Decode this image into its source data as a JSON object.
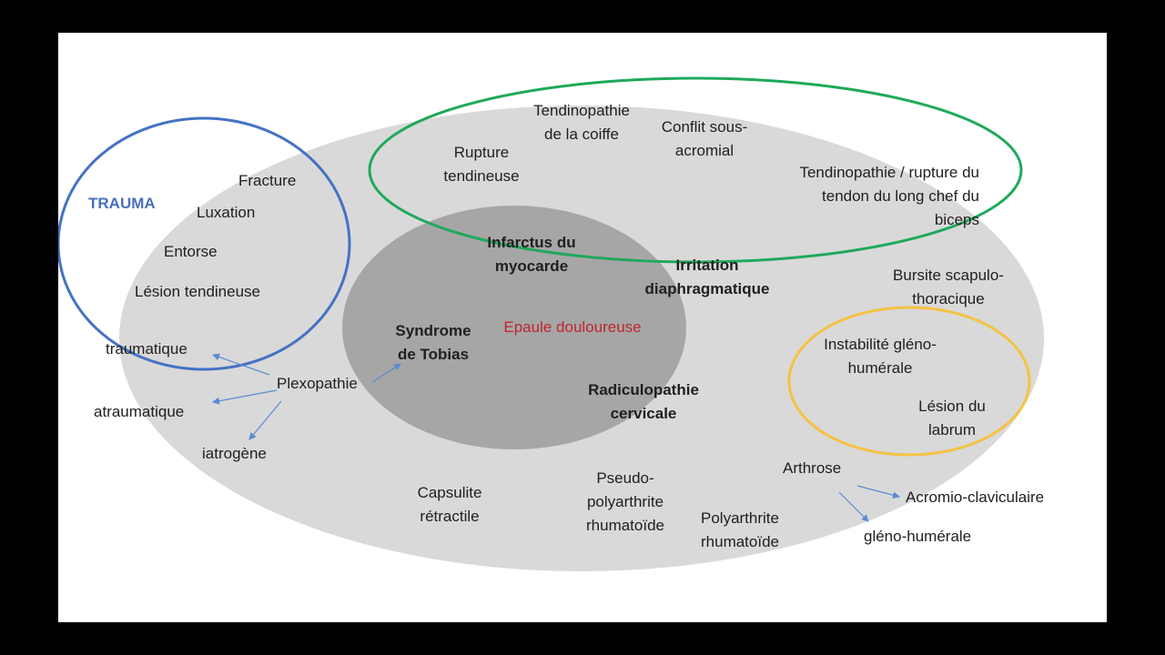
{
  "colors": {
    "background": "#000000",
    "slide": "#ffffff",
    "outer_ellipse": "#d9d9d9",
    "inner_ellipse": "#a6a6a6",
    "trauma_circle": "#4472c4",
    "green_ellipse": "#1fa95a",
    "yellow_ellipse": "#f5c242",
    "arrow": "#5b8bd0",
    "center_title": "#c0262d",
    "trauma_title": "#4a6fbd"
  },
  "center": {
    "title": "Epaule douloureuse",
    "items": [
      "Infarctus du\nmyocarde",
      "Irritation\ndiaphragmatique",
      "Syndrome\nde Tobias",
      "Radiculopathie\ncervicale"
    ]
  },
  "trauma": {
    "title": "TRAUMA",
    "items": [
      "Fracture",
      "Luxation",
      "Entorse",
      "Lésion tendineuse"
    ]
  },
  "tendons": {
    "items": [
      "Tendinopathie\nde la coiffe",
      "Conflit sous-\nacromial",
      "Rupture\ntendineuse",
      "Tendinopathie / rupture du\ntendon du long chef du\nbiceps"
    ]
  },
  "instability": {
    "items": [
      "Instabilité gléno-\nhumérale",
      "Lésion du\nlabrum"
    ]
  },
  "plexopathy": {
    "label": "Plexopathie",
    "branches": [
      "traumatique",
      "atraumatique",
      "iatrogène"
    ]
  },
  "arthrosis": {
    "label": "Arthrose",
    "branches": [
      "Acromio-claviculaire",
      "gléno-humérale"
    ]
  },
  "other": {
    "bursite": "Bursite scapulo-\nthoracique",
    "capsulite": "Capsulite\nrétractile",
    "pseudo_polyarthrite": "Pseudo-\npolyarthrite\nrhumatoïde",
    "polyarthrite": "Polyarthrite\nrhumatoïde"
  }
}
